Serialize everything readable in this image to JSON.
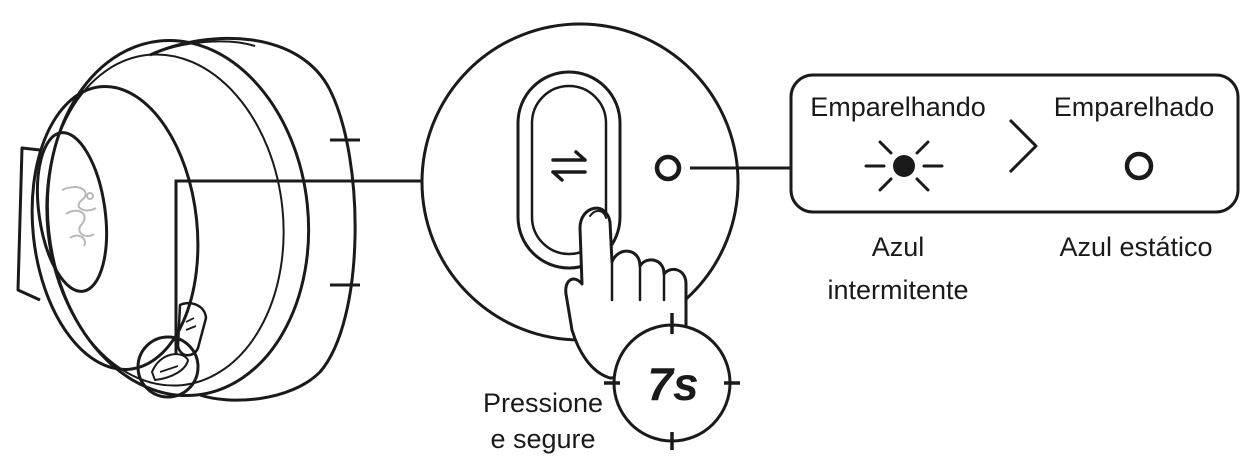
{
  "status_panel": {
    "pairing_label": "Emparelhando",
    "paired_label": "Emparelhado",
    "blinking_line1": "Azul",
    "blinking_line2": "intermitente",
    "static_label": "Azul estático"
  },
  "instruction": {
    "line1": "Pressione",
    "line2": "e segure"
  },
  "timer": {
    "label": "7s"
  },
  "icons": {
    "pairing_button": "bidirectional-arrows-icon",
    "led": "led-ring-icon",
    "blinking": "blinking-light-icon",
    "static": "static-light-ring-icon",
    "hand": "pointing-hand-icon",
    "logo": "razer-logo-icon"
  }
}
